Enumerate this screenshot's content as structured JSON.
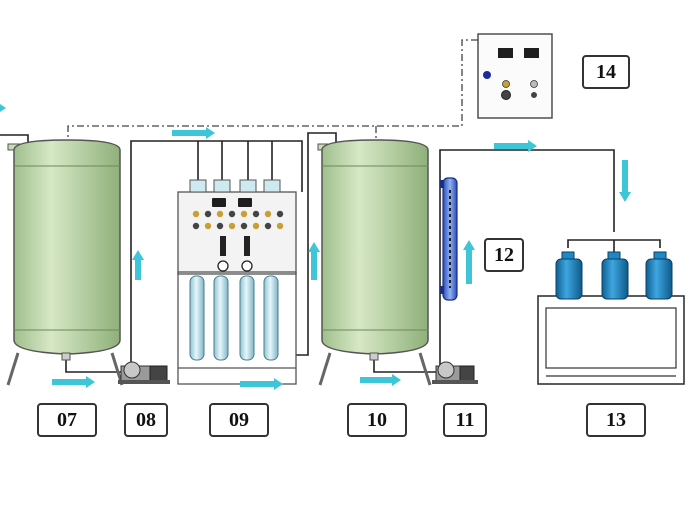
{
  "labels": {
    "n07": "07",
    "n08": "08",
    "n09": "09",
    "n10": "10",
    "n11": "11",
    "n12": "12",
    "n13": "13",
    "n14": "14"
  },
  "colors": {
    "tank_fill": "#c8dcb4",
    "tank_stroke": "#555555",
    "arrow": "#3ec6d8",
    "membrane": "#c9e7ee",
    "bottle": "#1e88c6",
    "pipe": "#222222"
  }
}
